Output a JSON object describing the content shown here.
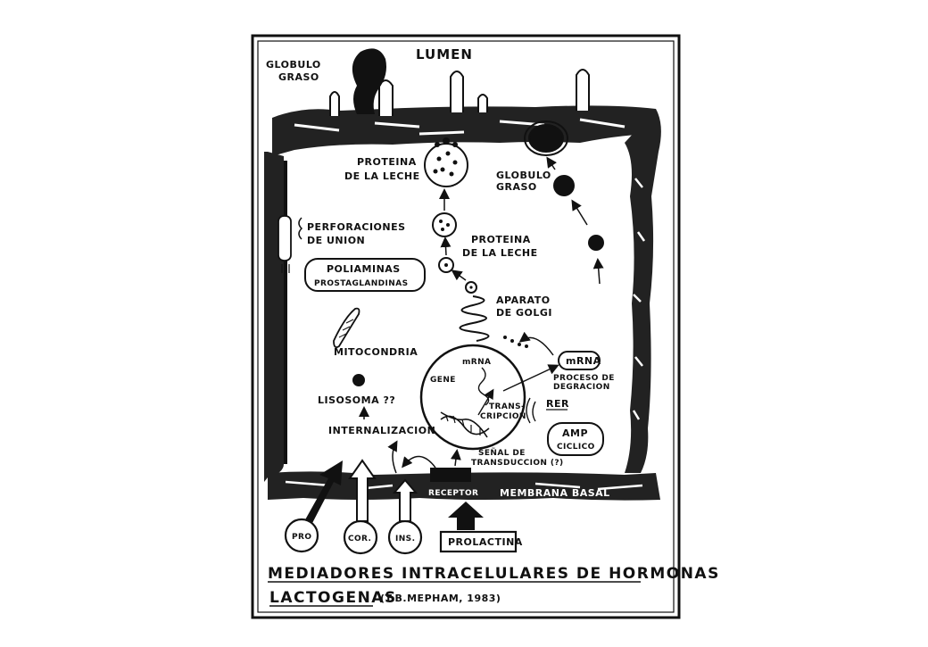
{
  "labels": {
    "lumen": "LUMEN",
    "globulo_graso_top": [
      "GLOBULO",
      "GRASO"
    ],
    "proteina_top": [
      "PROTEINA",
      "DE LA LECHE"
    ],
    "globulo_graso_right": [
      "GLOBULO",
      "GRASO"
    ],
    "perforaciones": [
      "PERFORACIONES",
      "DE UNION"
    ],
    "poliaminas": [
      "POLIAMINAS",
      "PROSTAGLANDINAS"
    ],
    "proteina_mid": [
      "PROTEINA",
      "DE LA LECHE"
    ],
    "aparato_golgi": [
      "APARATO",
      "DE GOLGI"
    ],
    "mitocondria": "MITOCONDRIA",
    "mrna_inside": "mRNA",
    "gene": "GENE",
    "transcripcion": [
      "TRANS-",
      "CRIPCION"
    ],
    "mrna_box": "mRNA",
    "proceso_degradacion": [
      "PROCESO DE",
      "DEGRACION"
    ],
    "rer": "RER",
    "lisosoma": "LISOSOMA ??",
    "internalizacion": "INTERNALIZACION",
    "amp_ciclico": [
      "AMP",
      "CICLICO"
    ],
    "senal": [
      "SEÑAL DE",
      "TRANSDUCCION (?)"
    ],
    "receptor": "RECEPTOR",
    "membrana_basal": "MEMBRANA BASAL",
    "pro": "PRO",
    "cor": "COR.",
    "ins": "INS.",
    "prolactina": "PROLACTINA"
  },
  "caption": {
    "line1": "MEDIADORES INTRACELULARES DE HORMONAS",
    "line2": "LACTOGENAS",
    "citation": "(T.B.MEPHAM, 1983)"
  }
}
